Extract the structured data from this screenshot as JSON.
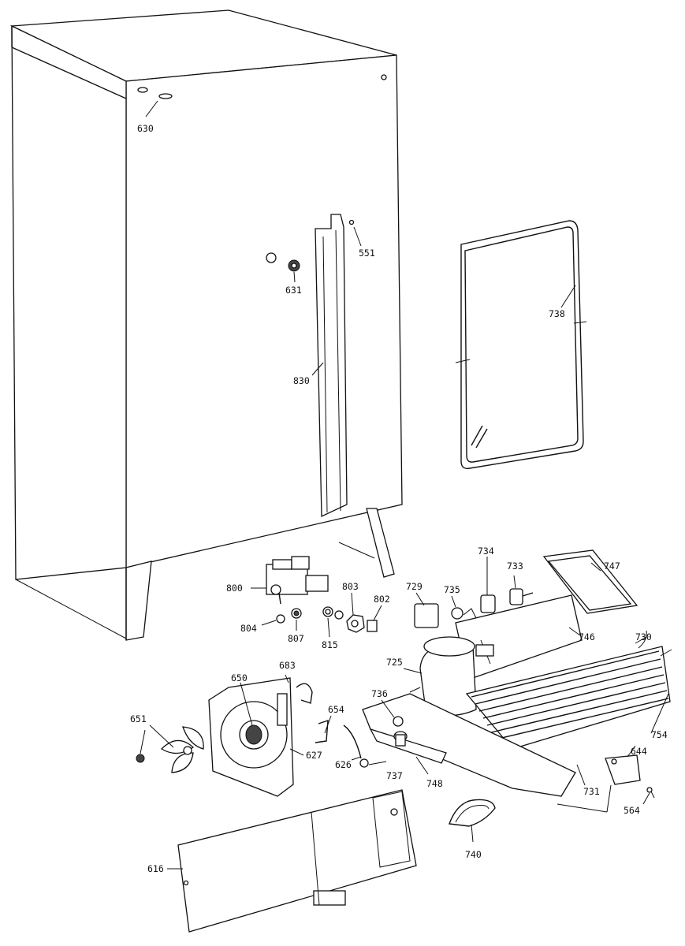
{
  "diagram": {
    "labels": {
      "p630": "630",
      "p551": "551",
      "p631": "631",
      "p830": "830",
      "p738": "738",
      "p800": "800",
      "p804": "804",
      "p807": "807",
      "p815": "815",
      "p803": "803",
      "p802": "802",
      "p729": "729",
      "p735": "735",
      "p734": "734",
      "p733": "733",
      "p747": "747",
      "p746": "746",
      "p730": "730",
      "p725": "725",
      "p736": "736",
      "p754": "754",
      "p683": "683",
      "p650": "650",
      "p651": "651",
      "p654": "654",
      "p627": "627",
      "p626": "626",
      "p737": "737",
      "p748": "748",
      "p731": "731",
      "p644": "644",
      "p564": "564",
      "p740": "740",
      "p616": "616"
    },
    "colors": {
      "line": "#111111",
      "background": "#ffffff"
    }
  }
}
